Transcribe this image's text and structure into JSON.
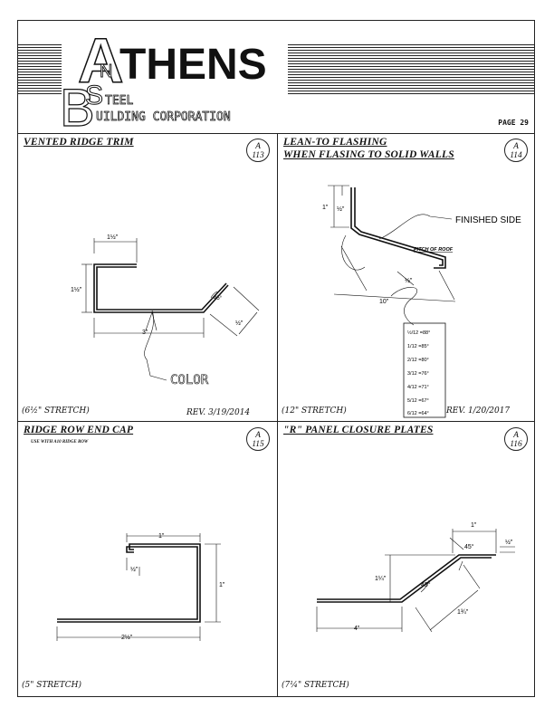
{
  "header": {
    "logo_main": "THENS",
    "logo_sub1": "TEEL",
    "logo_sub2": "UILDING CORPORATION",
    "logo_letter_a": "A",
    "logo_letter_n": "N",
    "logo_letter_b": "B",
    "logo_letter_s": "S",
    "page_label": "PAGE 29"
  },
  "panels": [
    {
      "title": "VENTED RIDGE TRIM",
      "badge": {
        "top": "A",
        "bottom": "113"
      },
      "labels": {
        "w": "1½\"",
        "h": "1½\"",
        "base": "3\"",
        "angle": "45°",
        "tip": "½\"",
        "color": "COLOR"
      },
      "footer_left": "(6½\"  STRETCH)",
      "footer_right": "REV.  3/19/2014"
    },
    {
      "title_line1": "LEAN-TO FLASHING",
      "title_line2": "WHEN FLASING TO SOLID WALLS",
      "badge": {
        "top": "A",
        "bottom": "114"
      },
      "labels": {
        "hem": "½\"",
        "h": "1\"",
        "finished": "FINISHED SIDE",
        "pitch": "PITCH OF ROOF",
        "tip": "½\"",
        "len": "10\""
      },
      "pitch_table": [
        "½/12 =88°",
        "1/12 =85°",
        "2/12 =80°",
        "3/12 =76°",
        "4/12 =71°",
        "5/12 =67°",
        "6/12 =64°"
      ],
      "footer_left": "(12\"  STRETCH)",
      "footer_right": "REV.  1/20/2017"
    },
    {
      "title": "RIDGE ROW END CAP",
      "subtitle": "USE WITH A10 RIDGE ROW",
      "badge": {
        "top": "A",
        "bottom": "115"
      },
      "labels": {
        "top": "1\"",
        "hem": "½\"",
        "side": "1\"",
        "base": "2½\""
      },
      "footer_left": "(5\" STRETCH)"
    },
    {
      "title": "\"R\" PANEL CLOSURE PLATES",
      "badge": {
        "top": "A",
        "bottom": "116"
      },
      "labels": {
        "top": "1\"",
        "tip": "½\"",
        "a1": "45°",
        "h": "1¼\"",
        "a2": "45°",
        "diag": "1¾\"",
        "base": "4\""
      },
      "footer_left": "(7¼\"  STRETCH)"
    }
  ]
}
